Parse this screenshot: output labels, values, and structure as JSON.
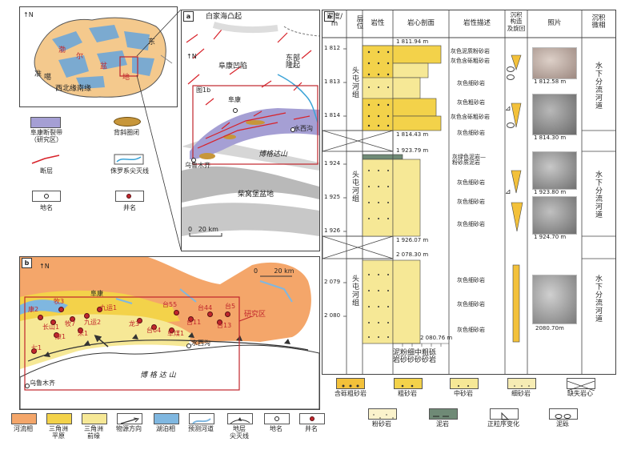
{
  "inset": {
    "labels": {
      "basin": "渤",
      "dep1": "准",
      "dep2": "噶",
      "dep3": "尔",
      "dep4": "盆",
      "dep5": "地",
      "north_margin": "西北缘",
      "south_margin": "南缘",
      "east_label": "东"
    },
    "north": "N"
  },
  "panel_a": {
    "label": "a",
    "texts": {
      "baijiahai": "白家海凸起",
      "fukang_sag": "阜康凹陷",
      "east_uplift": "东部\n隆起",
      "fig1b": "图1b",
      "fukang": "阜康",
      "shuixigou": "水西沟",
      "bogda": "博格达山",
      "urumqi": "乌鲁木齐",
      "chaiwopu": "柴窝堡盆地",
      "scale": "0   20 km",
      "north": "N"
    }
  },
  "legend_a": {
    "items": [
      {
        "label": "阜康断裂带\n（研究区）",
        "key": "fault-zone"
      },
      {
        "label": "背斜圈闭",
        "key": "anticline"
      },
      {
        "label": "断层",
        "key": "fault"
      },
      {
        "label": "侏罗系尖灭线",
        "key": "pinchout"
      },
      {
        "label": "地名",
        "key": "placename"
      },
      {
        "label": "井名",
        "key": "wellname"
      }
    ]
  },
  "panel_b": {
    "label": "b",
    "texts": {
      "study_area": "研究区",
      "shuixigou": "水西沟",
      "bogda": "博  格  达    山",
      "urumqi": "乌鲁木齐",
      "fukang": "阜康",
      "scale": "0        20 km",
      "north": "N"
    },
    "wells": [
      {
        "name": "牧3"
      },
      {
        "name": "康2"
      },
      {
        "name": "长山1"
      },
      {
        "name": "牧7"
      },
      {
        "name": "九运2"
      },
      {
        "name": "九运1"
      },
      {
        "name": "米1"
      },
      {
        "name": "康1"
      },
      {
        "name": "七1"
      },
      {
        "name": "龙3"
      },
      {
        "name": "台64"
      },
      {
        "name": "台55"
      },
      {
        "name": "台11"
      },
      {
        "name": "阜煤1"
      },
      {
        "name": "台44"
      },
      {
        "name": "台5"
      },
      {
        "name": "台13"
      }
    ]
  },
  "legend_b": {
    "items": [
      {
        "label": "河流相",
        "color": "#f4a66a"
      },
      {
        "label": "三角洲\n平原",
        "color": "#f3d24a"
      },
      {
        "label": "三角洲\n前缘",
        "color": "#f6e896"
      },
      {
        "label": "物源方向",
        "color": "#ffffff"
      },
      {
        "label": "湖泊相",
        "color": "#7fb7e0"
      },
      {
        "label": "预测河道",
        "color": "#ffffff"
      },
      {
        "label": "地层\n尖灭线",
        "color": "#ffffff"
      },
      {
        "label": "地名",
        "color": "#ffffff"
      },
      {
        "label": "井名",
        "color": "#ffffff"
      }
    ]
  },
  "panel_c": {
    "label": "c",
    "headers": {
      "depth": "深度/\nm",
      "strata": "层位",
      "lithology": "岩性",
      "core_profile": "岩心剖面",
      "desc": "岩性描述",
      "cycle": "沉积\n构造\n及旋回",
      "photo": "照片",
      "microfacies": "沉积\n微相"
    },
    "depth_ticks": [
      "1 812",
      "1 813",
      "1 814",
      "1 924",
      "1 925",
      "1 926",
      "2 079",
      "2 080"
    ],
    "strata": [
      "头屯河组",
      "头屯河组",
      "头屯河组"
    ],
    "depth_marks": [
      "1 811.94 m",
      "1 814.43 m",
      "1 923.79 m",
      "1 926.07 m",
      "2 078.30 m",
      "2 080.76 m"
    ],
    "grain_axis": "泥粉细中粗砾\n岩砂砂砂砂岩",
    "descriptions": [
      "灰色泥质粉砂岩",
      "灰色含砾粗砂岩",
      "灰色细砂岩",
      "灰色粗砂岩",
      "灰色含砾粗砂岩",
      "灰色细砂岩",
      "灰绿色泥岩—\n粉砂质泥岩",
      "灰色细砂岩",
      "灰色细砂岩",
      "灰色细砂岩",
      "灰色细砂岩",
      "灰色细砂岩",
      "灰色细砂岩"
    ],
    "photo_captions": [
      "1 812.58 m",
      "1 814.30 m",
      "1 923.80 m",
      "1 924.70 m",
      "2080.70m"
    ],
    "microfacies": [
      "水下分流河道",
      "水下分流河道",
      "水下分流河道"
    ]
  },
  "legend_c": {
    "items": [
      {
        "label": "含砾粗砂岩"
      },
      {
        "label": "粗砂岩"
      },
      {
        "label": "中砂岩"
      },
      {
        "label": "细砂岩"
      },
      {
        "label": "缺失岩心"
      },
      {
        "label": "粉砂岩"
      },
      {
        "label": "泥岩"
      },
      {
        "label": "正粒序变化"
      },
      {
        "label": "泥砾"
      }
    ]
  }
}
